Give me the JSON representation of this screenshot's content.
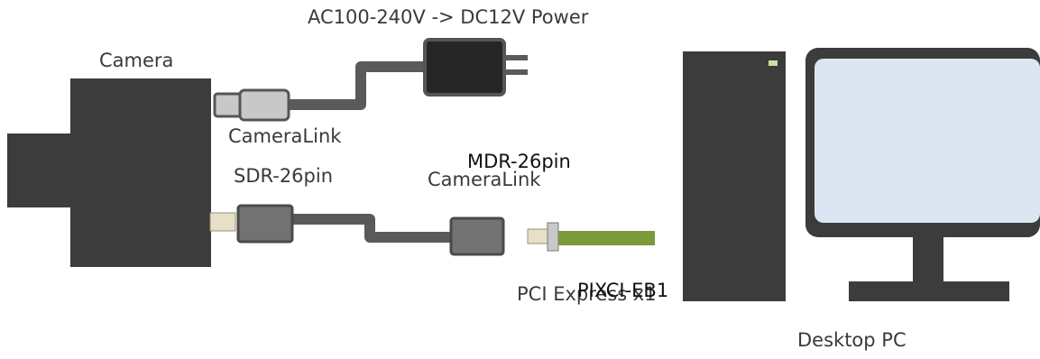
{
  "labels": {
    "camera": "Camera",
    "power": "AC100-240V -> DC12V Power",
    "cameralink_top": "CameraLink",
    "sdr": "SDR-26pin",
    "mdr": "MDR-26pin",
    "cameralink_mid": "CameraLink",
    "pci": "PCI Express x1",
    "pixci": "PIXCI-EB1",
    "pc": "Desktop PC"
  },
  "colors": {
    "device_dark": "#3c3c3c",
    "cable": "#5a5a5a",
    "connector_light": "#c8c8c8",
    "connector_gray": "#727272",
    "pin_beige": "#e6e0c8",
    "pcie_green": "#7a9a3c",
    "screen": "#dce6f2",
    "led": "#c8e0a0"
  }
}
